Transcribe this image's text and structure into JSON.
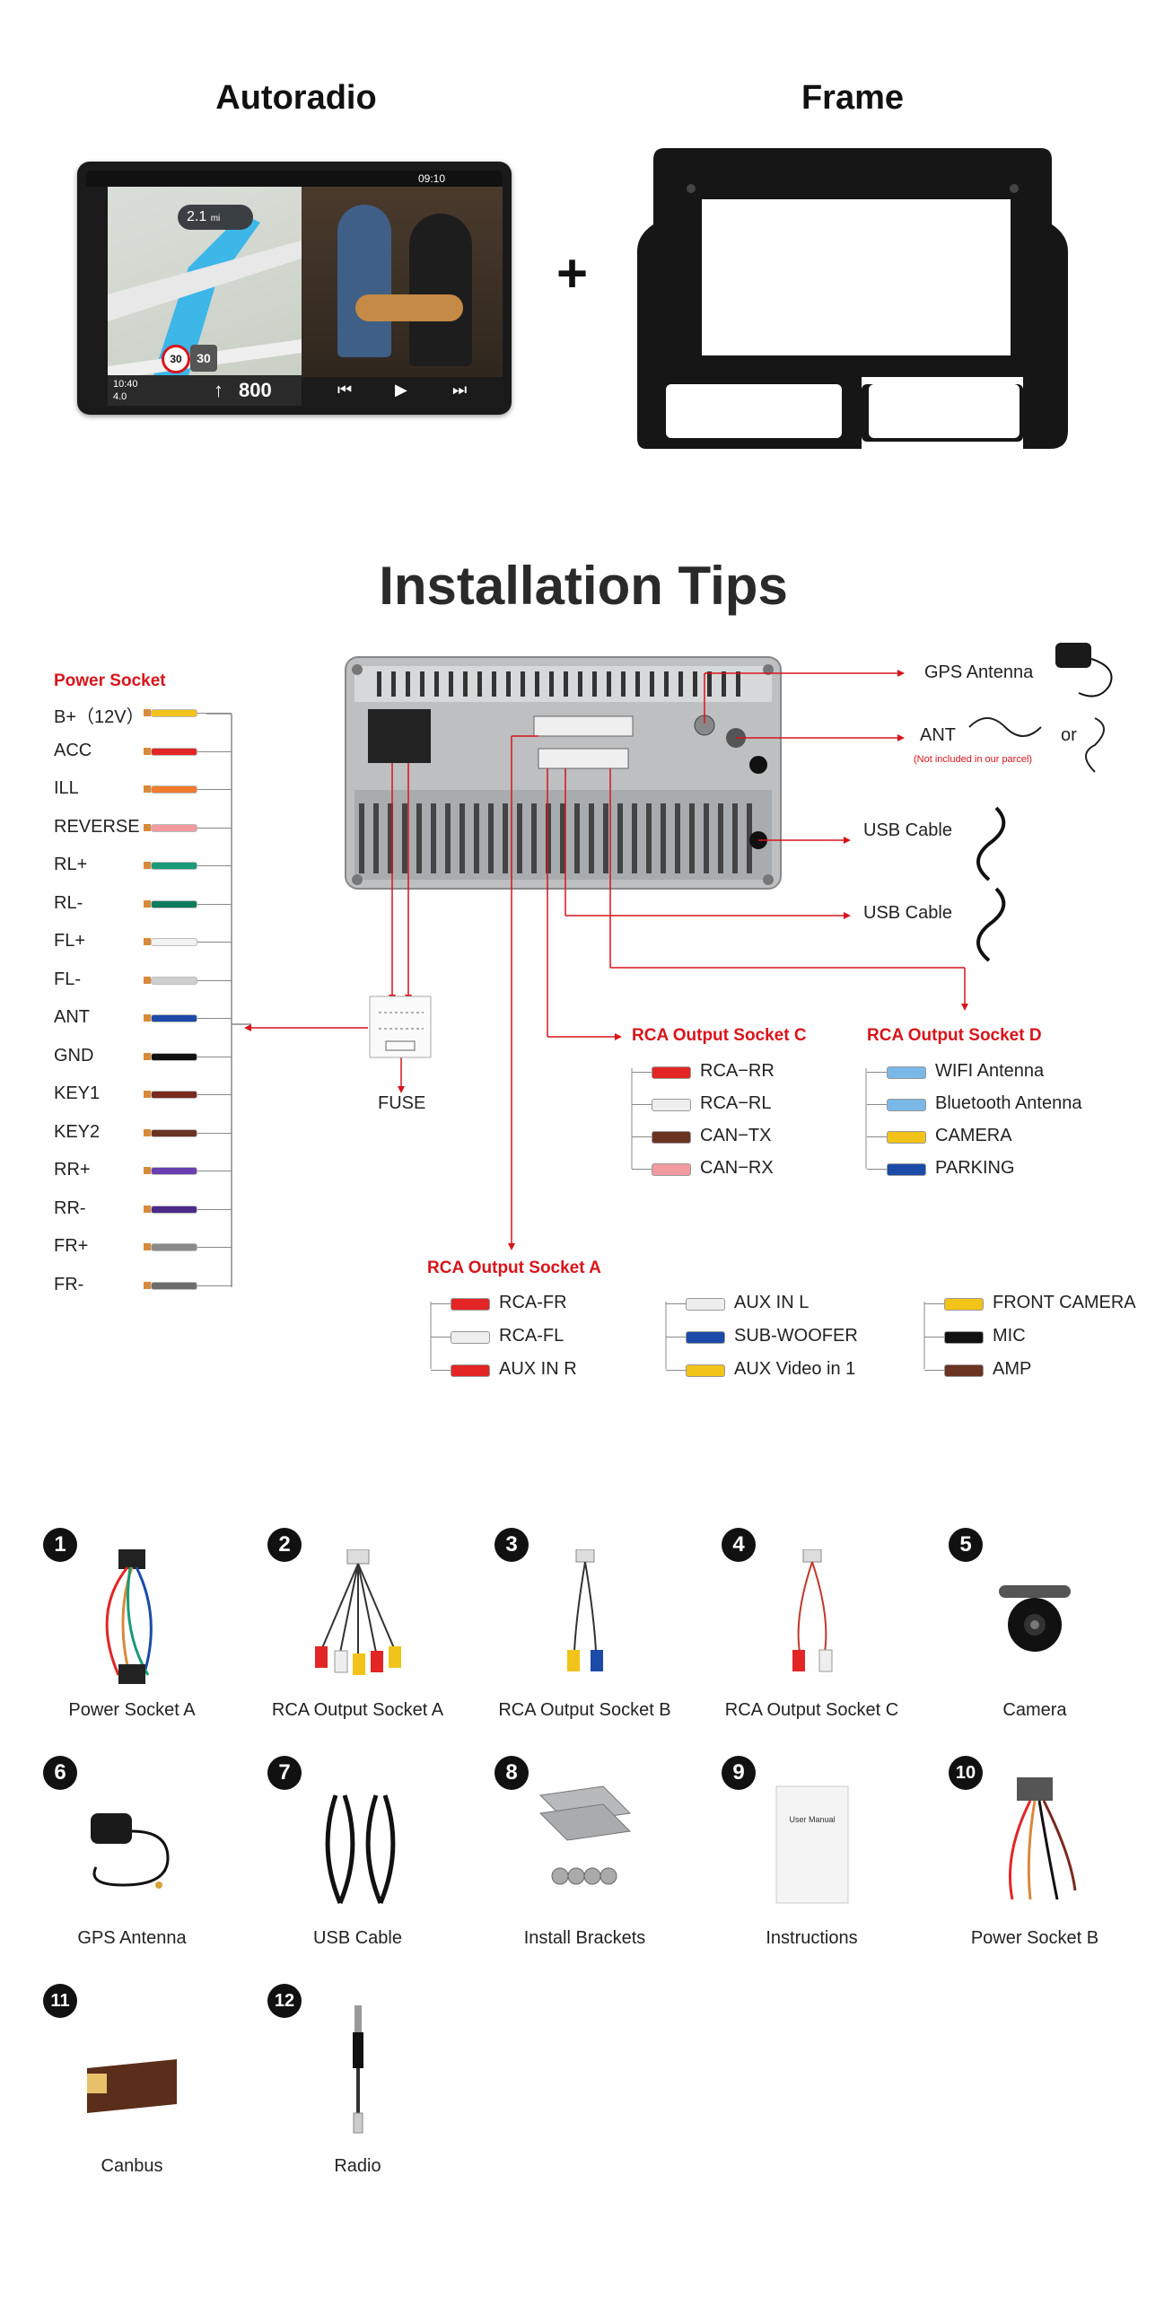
{
  "top": {
    "autoradio_title": "Autoradio",
    "frame_title": "Frame",
    "plus": "+",
    "screen": {
      "time": "09:10",
      "nav_distance": "2.1",
      "nav_unit": "mi",
      "speed_limit": "30",
      "speed": "30",
      "distance_big": "800",
      "clock": "10:40",
      "trip": "4.0"
    }
  },
  "installation": {
    "title": "Installation Tips",
    "power_socket_title": "Power Socket",
    "power_socket_wires": [
      {
        "label": "B+（12V）",
        "color": "#f2c318"
      },
      {
        "label": "ACC",
        "color": "#e32525"
      },
      {
        "label": "ILL",
        "color": "#f07a2d"
      },
      {
        "label": "REVERSE",
        "color": "#f29aa0"
      },
      {
        "label": "RL+",
        "color": "#1a9a78"
      },
      {
        "label": "RL-",
        "color": "#0f7d5c"
      },
      {
        "label": "FL+",
        "color": "#f2f2f2"
      },
      {
        "label": "FL-",
        "color": "#cfcfcf"
      },
      {
        "label": "ANT",
        "color": "#1b4aa8"
      },
      {
        "label": "GND",
        "color": "#111111"
      },
      {
        "label": "KEY1",
        "color": "#7a2a1e"
      },
      {
        "label": "KEY2",
        "color": "#6a3322"
      },
      {
        "label": "RR+",
        "color": "#6a3fb0"
      },
      {
        "label": "RR-",
        "color": "#4a2a8a"
      },
      {
        "label": "FR+",
        "color": "#8a8a8a"
      },
      {
        "label": "FR-",
        "color": "#6c6c6c"
      }
    ],
    "gps_antenna": "GPS Antenna",
    "ant": "ANT",
    "ant_note": "(Not included in our parcel)",
    "or": "or",
    "usb_cable_1": "USB  Cable",
    "usb_cable_2": "USB Cable",
    "fuse": "FUSE",
    "rca_c": {
      "title": "RCA Output Socket C",
      "items": [
        "RCA−RR",
        "RCA−RL",
        "CAN−TX",
        "CAN−RX"
      ]
    },
    "rca_d": {
      "title": "RCA Output Socket D",
      "items": [
        "WIFI Antenna",
        "Bluetooth Antenna",
        "CAMERA",
        "PARKING"
      ]
    },
    "rca_a": {
      "title": "RCA Output Socket A",
      "col1": [
        "RCA-FR",
        "RCA-FL",
        "AUX IN R"
      ],
      "col2": [
        "AUX IN L",
        "SUB-WOOFER",
        "AUX Video in 1"
      ],
      "col3": [
        "FRONT CAMERA",
        "MIC",
        "AMP"
      ]
    }
  },
  "package": {
    "items": [
      {
        "num": "1",
        "label": "Power Socket A",
        "icon": "power-socket-harness-icon"
      },
      {
        "num": "2",
        "label": "RCA Output Socket A",
        "icon": "rca-harness-icon"
      },
      {
        "num": "3",
        "label": "RCA Output Socket B",
        "icon": "rca-b-harness-icon"
      },
      {
        "num": "4",
        "label": "RCA Output Socket C",
        "icon": "rca-c-harness-icon"
      },
      {
        "num": "5",
        "label": "Camera",
        "icon": "camera-icon"
      },
      {
        "num": "6",
        "label": "GPS Antenna",
        "icon": "gps-antenna-icon"
      },
      {
        "num": "7",
        "label": "USB Cable",
        "icon": "usb-cable-icon"
      },
      {
        "num": "8",
        "label": "Install Brackets",
        "icon": "brackets-icon"
      },
      {
        "num": "9",
        "label": "Instructions",
        "icon": "manual-icon"
      },
      {
        "num": "10",
        "label": "Power Socket B",
        "icon": "power-socket-b-icon"
      },
      {
        "num": "11",
        "label": "Canbus",
        "icon": "canbus-box-icon"
      },
      {
        "num": "12",
        "label": "Radio",
        "icon": "radio-adapter-icon"
      }
    ],
    "manual_text": "User Manual"
  }
}
